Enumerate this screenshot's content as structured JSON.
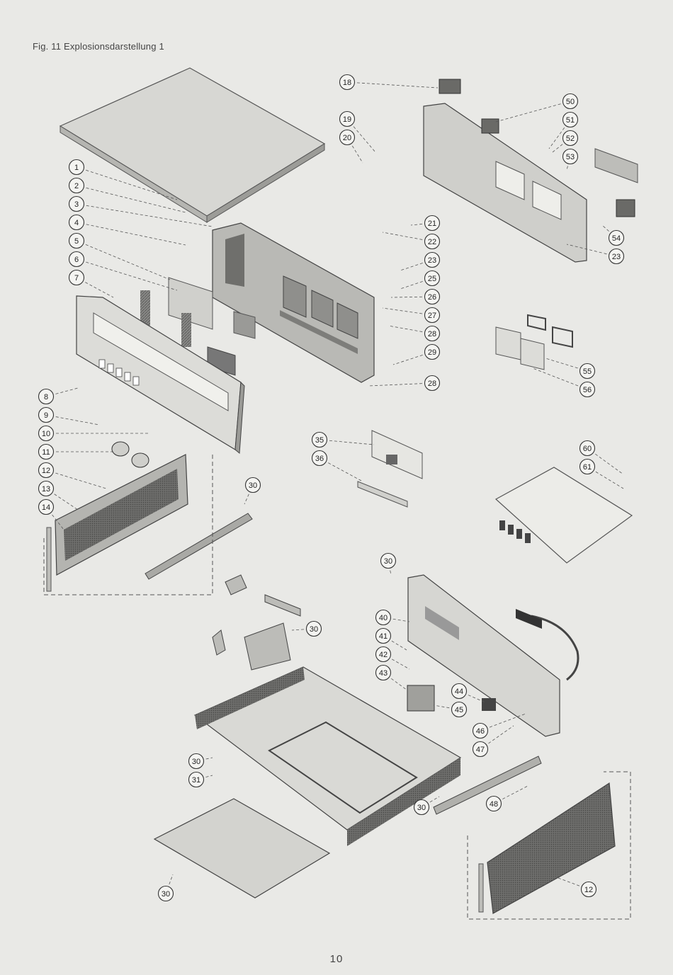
{
  "figure": {
    "title": "Fig. 11  Explosionsdarstellung 1",
    "page_number": "10"
  },
  "callouts": [
    {
      "id": "c1",
      "label": "1"
    },
    {
      "id": "c2",
      "label": "2"
    },
    {
      "id": "c3",
      "label": "3"
    },
    {
      "id": "c4",
      "label": "4"
    },
    {
      "id": "c5",
      "label": "5"
    },
    {
      "id": "c6",
      "label": "6"
    },
    {
      "id": "c7",
      "label": "7"
    },
    {
      "id": "c8",
      "label": "8"
    },
    {
      "id": "c9",
      "label": "9"
    },
    {
      "id": "c10",
      "label": "10"
    },
    {
      "id": "c11",
      "label": "11"
    },
    {
      "id": "c12a",
      "label": "12"
    },
    {
      "id": "c13",
      "label": "13"
    },
    {
      "id": "c14",
      "label": "14"
    },
    {
      "id": "c18",
      "label": "18"
    },
    {
      "id": "c19",
      "label": "19"
    },
    {
      "id": "c20",
      "label": "20"
    },
    {
      "id": "c21",
      "label": "21"
    },
    {
      "id": "c22",
      "label": "22"
    },
    {
      "id": "c23a",
      "label": "23"
    },
    {
      "id": "c25",
      "label": "25"
    },
    {
      "id": "c26",
      "label": "26"
    },
    {
      "id": "c27",
      "label": "27"
    },
    {
      "id": "c28a",
      "label": "28"
    },
    {
      "id": "c29",
      "label": "29"
    },
    {
      "id": "c28b",
      "label": "28"
    },
    {
      "id": "c50",
      "label": "50"
    },
    {
      "id": "c51",
      "label": "51"
    },
    {
      "id": "c52",
      "label": "52"
    },
    {
      "id": "c53",
      "label": "53"
    },
    {
      "id": "c54",
      "label": "54"
    },
    {
      "id": "c23b",
      "label": "23"
    },
    {
      "id": "c55",
      "label": "55"
    },
    {
      "id": "c56",
      "label": "56"
    },
    {
      "id": "c35",
      "label": "35"
    },
    {
      "id": "c36",
      "label": "36"
    },
    {
      "id": "c60",
      "label": "60"
    },
    {
      "id": "c61",
      "label": "61"
    },
    {
      "id": "c30a",
      "label": "30"
    },
    {
      "id": "c30b",
      "label": "30"
    },
    {
      "id": "c30c",
      "label": "30"
    },
    {
      "id": "c40",
      "label": "40"
    },
    {
      "id": "c41",
      "label": "41"
    },
    {
      "id": "c42",
      "label": "42"
    },
    {
      "id": "c43",
      "label": "43"
    },
    {
      "id": "c44",
      "label": "44"
    },
    {
      "id": "c45",
      "label": "45"
    },
    {
      "id": "c46",
      "label": "46"
    },
    {
      "id": "c47",
      "label": "47"
    },
    {
      "id": "c30d",
      "label": "30"
    },
    {
      "id": "c31",
      "label": "31"
    },
    {
      "id": "c30e",
      "label": "30"
    },
    {
      "id": "c48",
      "label": "48"
    },
    {
      "id": "c30f",
      "label": "30"
    },
    {
      "id": "c12b",
      "label": "12"
    }
  ],
  "colors": {
    "paper": "#e9e9e6",
    "ink": "#3a3a3a",
    "metal": "#b8b8b5",
    "dark": "#555555"
  }
}
